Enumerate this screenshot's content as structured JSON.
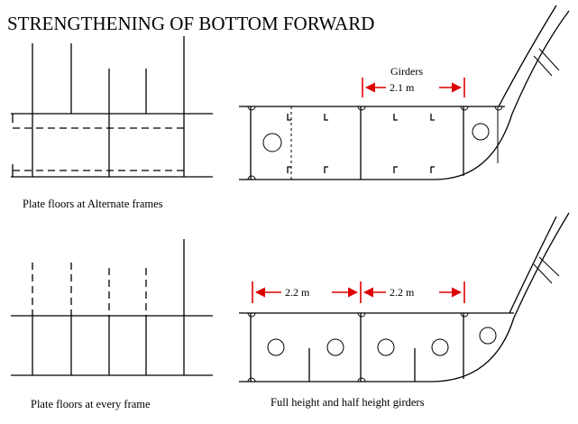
{
  "title": "STRENGTHENING OF BOTTOM FORWARD",
  "top_left": {
    "caption": "Plate floors at Alternate frames"
  },
  "top_right": {
    "label": "Girders",
    "dimension": "2.1 m"
  },
  "bottom_left": {
    "caption": "Plate floors at every frame"
  },
  "bottom_right": {
    "dimension_1": "2.2 m",
    "dimension_2": "2.2 m",
    "caption": "Full height and half height girders"
  },
  "colors": {
    "lines": "#000000",
    "dimension_arrows": "#dd0000",
    "background": "#ffffff"
  }
}
